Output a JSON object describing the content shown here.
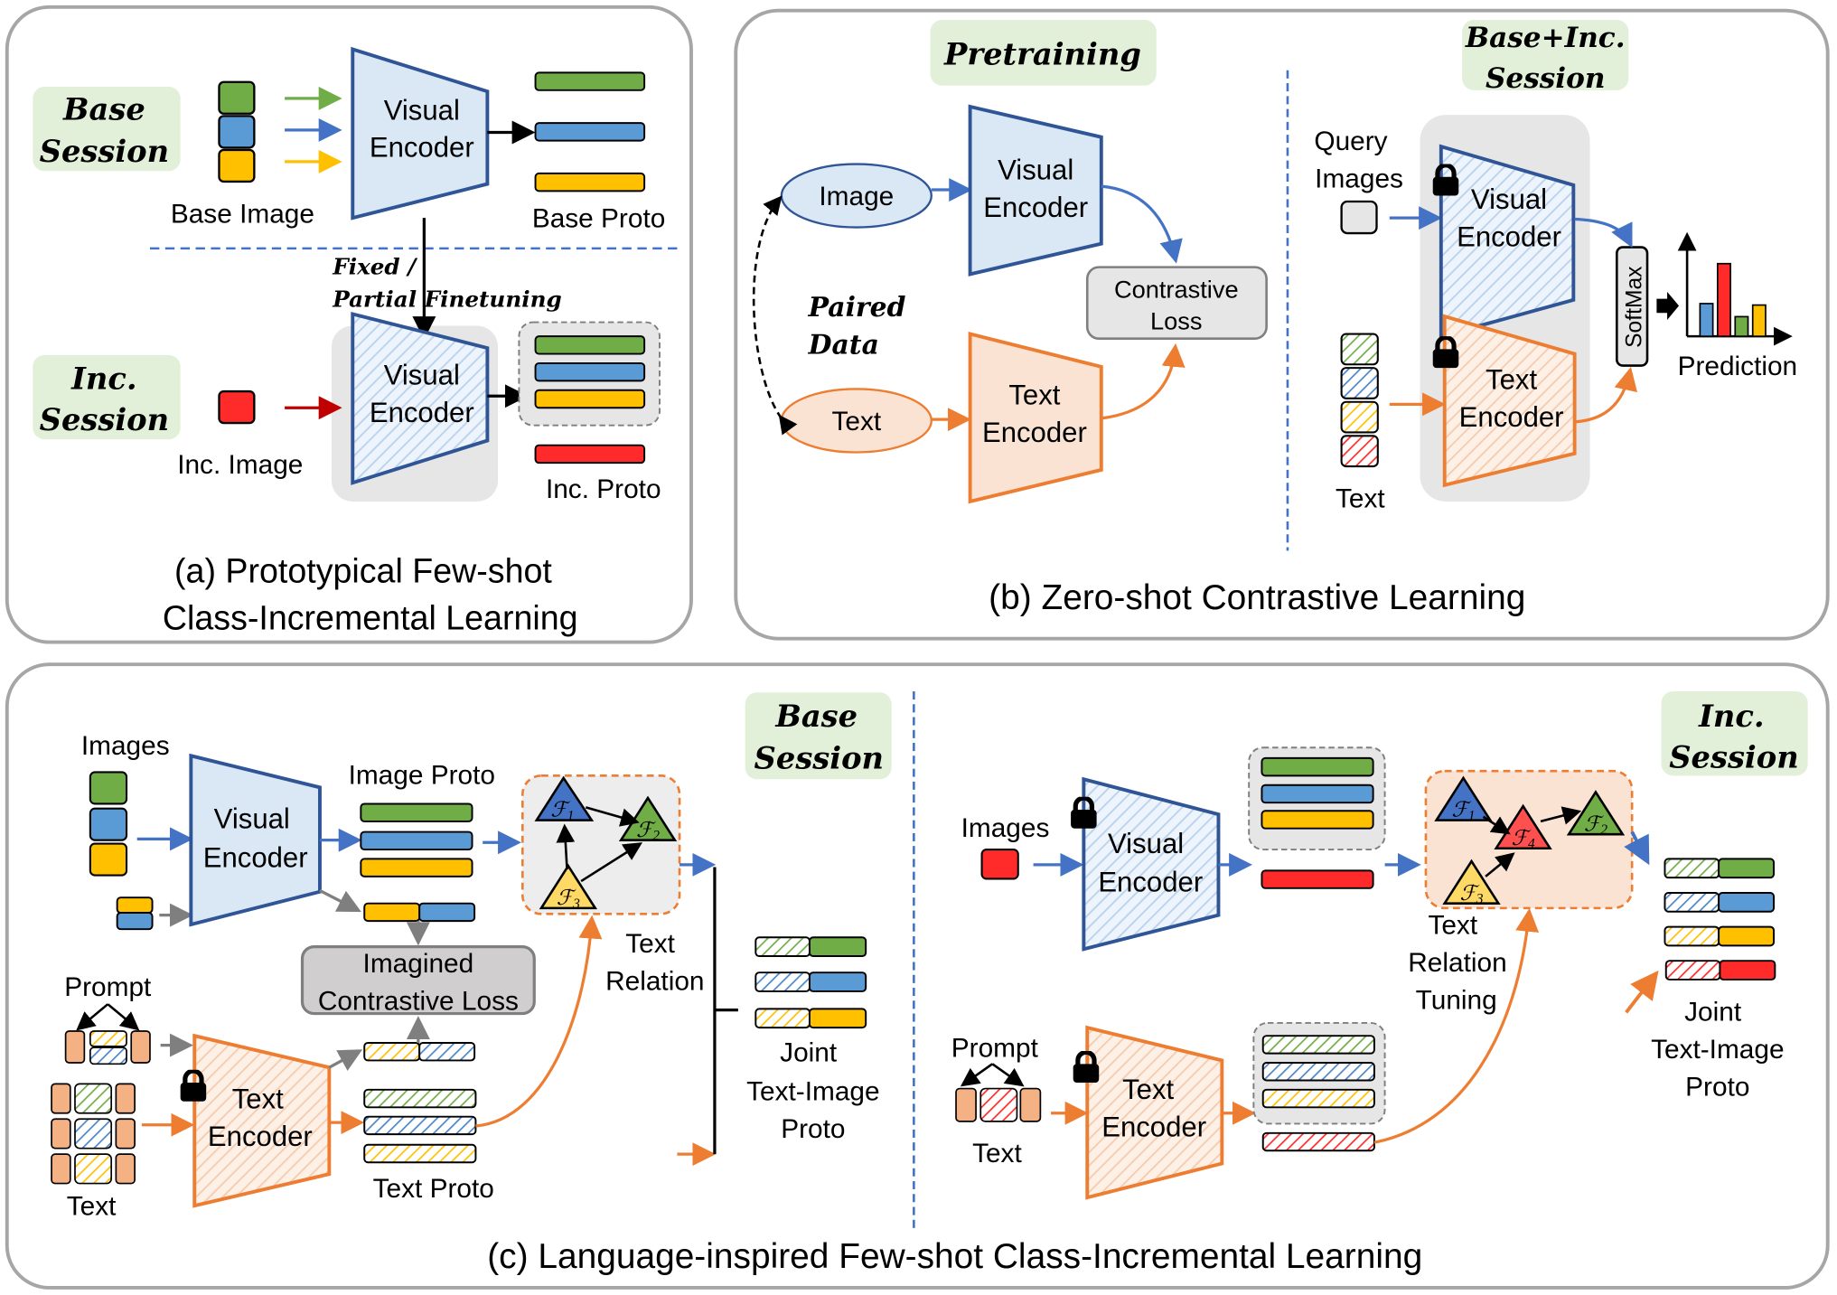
{
  "colors": {
    "green": "#70ad47",
    "blue": "#5b9bd5",
    "yellow": "#ffc000",
    "red": "#ff2b2b",
    "orange": "#ed7d31",
    "arrow_blue": "#4472c4",
    "encoder_blue_stroke": "#2f5597",
    "encoder_blue_fill": "#dae8f5",
    "encoder_orange_fill": "#fbe3d4",
    "session_badge_fill": "#e2f0d9",
    "panel_border": "#a6a6a6",
    "gray_box": "#e7e6e6"
  },
  "panel_a": {
    "caption_line1": "(a) Prototypical Few-shot",
    "caption_line2": "Class-Incremental Learning",
    "base_session_line1": "Base",
    "base_session_line2": "Session",
    "inc_session_line1": "Inc.",
    "inc_session_line2": "Session",
    "encoder_line1": "Visual",
    "encoder_line2": "Encoder",
    "base_image_label": "Base Image",
    "base_proto_label": "Base Proto",
    "inc_image_label": "Inc. Image",
    "inc_proto_label": "Inc. Proto",
    "finetune_line1": "Fixed /",
    "finetune_line2": "Partial Finetuning"
  },
  "panel_b": {
    "caption": "(b) Zero-shot Contrastive Learning",
    "pretraining_label": "Pretraining",
    "session_line1": "Base+Inc.",
    "session_line2": "Session",
    "image_node": "Image",
    "text_node": "Text",
    "paired_line1": "Paired",
    "paired_line2": "Data",
    "visual_encoder_line1": "Visual",
    "visual_encoder_line2": "Encoder",
    "text_encoder_line1": "Text",
    "text_encoder_line2": "Encoder",
    "contrastive_line1": "Contrastive",
    "contrastive_line2": "Loss",
    "query_line1": "Query",
    "query_line2": "Images",
    "text_label": "Text",
    "softmax_label": "SoftMax",
    "prediction_label": "Prediction",
    "prediction_bars": [
      {
        "color": "blue",
        "value": 0.45
      },
      {
        "color": "red",
        "value": 1.0
      },
      {
        "color": "green",
        "value": 0.27
      },
      {
        "color": "yellow",
        "value": 0.43
      }
    ]
  },
  "panel_c": {
    "caption": "(c) Language-inspired Few-shot Class-Incremental Learning",
    "base": {
      "session_line1": "Base",
      "session_line2": "Session",
      "images_label": "Images",
      "visual_encoder_line1": "Visual",
      "visual_encoder_line2": "Encoder",
      "image_proto_label": "Image Proto",
      "imagined_line1": "Imagined",
      "imagined_line2": "Contrastive Loss",
      "prompt_label": "Prompt",
      "text_label": "Text",
      "text_encoder_line1": "Text",
      "text_encoder_line2": "Encoder",
      "text_proto_label": "Text Proto",
      "relation_line1": "Text",
      "relation_line2": "Relation",
      "joint_line1": "Joint",
      "joint_line2": "Text-Image",
      "joint_line3": "Proto",
      "nodes": [
        "F1",
        "F2",
        "F3"
      ]
    },
    "inc": {
      "session_line1": "Inc.",
      "session_line2": "Session",
      "images_label": "Images",
      "visual_encoder_line1": "Visual",
      "visual_encoder_line2": "Encoder",
      "prompt_label": "Prompt",
      "text_label": "Text",
      "text_encoder_line1": "Text",
      "text_encoder_line2": "Encoder",
      "relation_line1": "Text",
      "relation_line2": "Relation",
      "relation_line3": "Tuning",
      "joint_line1": "Joint",
      "joint_line2": "Text-Image",
      "joint_line3": "Proto",
      "nodes": [
        "F1",
        "F4",
        "F2",
        "F3"
      ]
    }
  }
}
